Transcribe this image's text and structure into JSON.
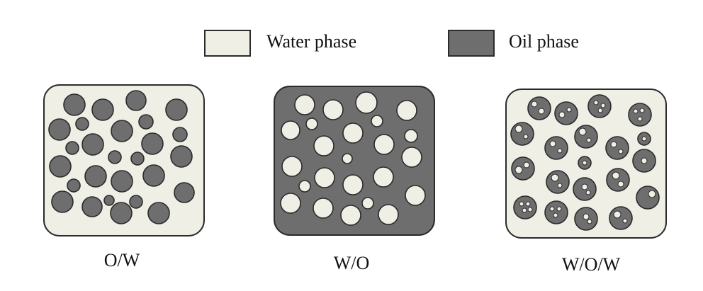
{
  "colors": {
    "water_phase": "#f0efe6",
    "oil_phase": "#6e6e6e",
    "outline": "#2b2b2b"
  },
  "legend": {
    "water_label": "Water phase",
    "oil_label": "Oil phase"
  },
  "panels": [
    {
      "caption": "O/W",
      "continuous": "water",
      "droplet": "oil"
    },
    {
      "caption": "W/O",
      "continuous": "oil",
      "droplet": "water"
    },
    {
      "caption": "W/O/W",
      "continuous": "water",
      "droplet": "oil",
      "inner_droplet": "water"
    }
  ]
}
